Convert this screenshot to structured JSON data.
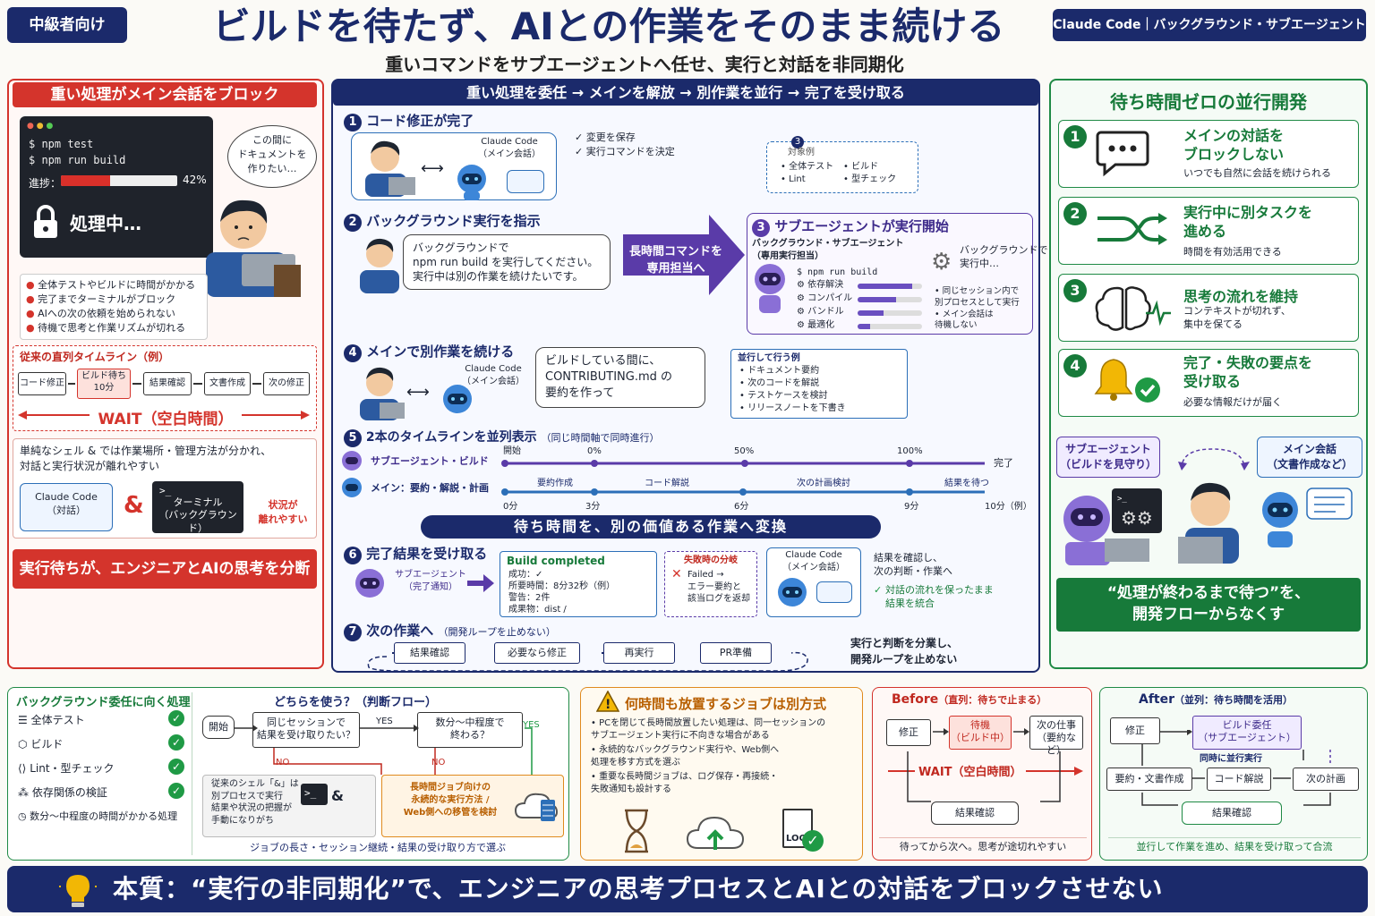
{
  "header": {
    "level": "中級者向け",
    "title": "ビルドを待たず、AIとの作業をそのまま続ける",
    "subtitle": "重いコマンドをサブエージェントへ任せ、実行と対話を非同期化",
    "tag": "Claude Code｜バックグラウンド・サブエージェント"
  },
  "left": {
    "title": "重い処理がメイン会話をブロック",
    "terminal": {
      "line1": "$  npm test",
      "line2": "$  npm run build",
      "progress_label": "進捗：",
      "progress_value": "42%",
      "progress": 0.42,
      "status": "処理中…"
    },
    "thought": "この間に\nドキュメントを\n作りたい…",
    "bullets": [
      "全体テストやビルドに時間がかかる",
      "完了までターミナルがブロック",
      "AIへの次の依頼を始められない",
      "待機で思考と作業リズムが切れる"
    ],
    "timeline_title": "従来の直列タイムライン（例）",
    "timeline": [
      "コード修正",
      "ビルド待ち\n10分",
      "結果確認",
      "文書作成",
      "次の修正"
    ],
    "wait": "WAIT（空白時間）",
    "sep_text": "単純なシェル & では作業場所・管理方法が分かれ、\n対話と実行状況が離れやすい",
    "claude_box": "Claude Code\n（対話）",
    "amp": "&",
    "term_box": "ターミナル\n（バックグラウンド）",
    "term_prompt": ">_",
    "apart": "状況が\n離れやすい",
    "bottom": "実行待ちが、エンジニアとAIの思考を分断"
  },
  "center": {
    "flow": "重い処理を委任 → メインを解放 → 別作業を並行 → 完了を受け取る",
    "s1": {
      "num": "1",
      "title": "コード修正が完了",
      "agent": "Claude Code\n（メイン会話）",
      "checks": [
        "変更を保存",
        "実行コマンドを決定"
      ],
      "targets_title": "対象例",
      "targets": [
        "全体テスト",
        "ビルド",
        "Lint",
        "型チェック"
      ],
      "targets_num": "3"
    },
    "s2": {
      "num": "2",
      "title": "バックグラウンド実行を指示",
      "bubble": "バックグラウンドで\nnpm run build を実行してください。\n実行中は別の作業を続けたいです。",
      "arrow": "長時間コマンドを\n専用担当へ"
    },
    "s3": {
      "num": "3",
      "title": "サブエージェントが実行開始",
      "sub": "バックグラウンド・サブエージェント\n（専用実行担当）",
      "cmd": "$  npm run build",
      "tasks": [
        {
          "name": "依存解決",
          "p": 0.85
        },
        {
          "name": "コンパイル",
          "p": 0.6
        },
        {
          "name": "バンドル",
          "p": 0.4
        },
        {
          "name": "最適化",
          "p": 0.2
        }
      ],
      "running": "バックグラウンドで\n実行中…",
      "notes": [
        "同じセッション内で\n別プロセスとして実行",
        "メイン会話は\n待機しない"
      ]
    },
    "s4": {
      "num": "4",
      "title": "メインで別作業を続ける",
      "agent": "Claude Code\n（メイン会話）",
      "bubble": "ビルドしている間に、\nCONTRIBUTING.md の\n要約を作って",
      "par_title": "並行して行う例",
      "par": [
        "ドキュメント要約",
        "次のコードを解説",
        "テストケースを検討",
        "リリースノートを下書き"
      ]
    },
    "s5": {
      "num": "5",
      "title": "2本のタイムラインを並列表示",
      "note": "（同じ時間軸で同時進行）",
      "sub_label": "サブエージェント・ビルド",
      "main_label": "メイン：要約・解説・計画",
      "marks": [
        "開始",
        "0%",
        "50%",
        "100%"
      ],
      "done": "完了",
      "segs": [
        "要約作成",
        "コード解説",
        "次の計画検討",
        "結果を待つ"
      ],
      "ticks": [
        "0分",
        "3分",
        "6分",
        "9分",
        "10分（例）"
      ],
      "banner": "待ち時間を、別の価値ある作業へ変換"
    },
    "s6": {
      "num": "6",
      "title": "完了結果を受け取る",
      "agent": "サブエージェント\n（完了通知）",
      "build_title": "Build completed",
      "build_lines": [
        "成功：✓",
        "所要時間：8分32秒（例）",
        "警告：2件",
        "成果物：dist /"
      ],
      "fail_title": "失敗時の分岐",
      "fail_lines": [
        "Failed →",
        "エラー要約と",
        "該当ログを返却"
      ],
      "main_agent": "Claude Code\n（メイン会話）",
      "result": "結果を確認し、\n次の判断・作業へ",
      "merge": "対話の流れを保ったまま\n結果を統合"
    },
    "s7": {
      "num": "7",
      "title": "次の作業へ",
      "note": "（開発ループを止めない）",
      "steps": [
        "結果確認",
        "必要なら修正",
        "再実行",
        "PR準備"
      ],
      "summary": "実行と判断を分業し、\n開発ループを止めない"
    }
  },
  "right": {
    "title": "待ち時間ゼロの並行開発",
    "items": [
      {
        "num": "1",
        "title": "メインの対話を\nブロックしない",
        "desc": "いつでも自然に会話を続けられる"
      },
      {
        "num": "2",
        "title": "実行中に別タスクを\n進める",
        "desc": "時間を有効活用できる"
      },
      {
        "num": "3",
        "title": "思考の流れを維持",
        "desc": "コンテキストが切れず、\n集中を保てる"
      },
      {
        "num": "4",
        "title": "完了・失敗の要点を\n受け取る",
        "desc": "必要な情報だけが届く"
      }
    ],
    "sub_label": "サブエージェント\n（ビルドを見守り）",
    "main_label": "メイン会話\n（文書作成など）",
    "bottom": "“処理が終わるまで待つ”を、\n開発フローからなくす"
  },
  "bottom": {
    "suit_title": "バックグラウンド委任に向く処理",
    "suit": [
      "全体テスト",
      "ビルド",
      "Lint・型チェック",
      "依存関係の検証",
      "数分〜中程度の時間がかかる処理"
    ],
    "flow_title": "どちらを使う？（判断フロー）",
    "start": "開始",
    "q1": "同じセッションで\n結果を受け取りたい？",
    "yes": "YES",
    "no": "NO",
    "q2": "数分〜中程度で\n終わる？",
    "shell_note": "従来のシェル「&」は\n別プロセスで実行\n結果や状況の把握が\n手動になりがち",
    "shell_prompt": ">_",
    "shell_amp": "&",
    "long_note": "長時間ジョブ向けの\n永続的な実行方法 /\nWeb側への移管を検討",
    "flow_foot": "ジョブの長さ・セッション継続・結果の受け取り方で選ぶ",
    "warn_title": "何時間も放置するジョブは別方式",
    "warn": [
      "PCを閉じて長時間放置したい処理は、同一セッションの\nサブエージェント実行に不向きな場合がある",
      "永続的なバックグラウンド実行や、Web側へ\n処理を移す方式を選ぶ",
      "重要な長時間ジョブは、ログ保存・再接続・\n失敗通知も設計する"
    ],
    "log": "LOG",
    "before_title": "Before",
    "before_note": "（直列：待ちで止まる）",
    "before": [
      "修正",
      "待機\n（ビルド中）",
      "次の仕事\n（要約など）",
      "結果確認"
    ],
    "before_wait": "WAIT（空白時間）",
    "before_foot": "待ってから次へ。思考が途切れやすい",
    "after_title": "After",
    "after_note": "（並列：待ち時間を活用）",
    "after": [
      "修正",
      "ビルド委任\n（サブエージェント）",
      "要約・文書作成",
      "コード解説",
      "次の計画",
      "結果確認"
    ],
    "after_par": "同時に並行実行",
    "after_foot": "並行して作業を進め、結果を受け取って合流",
    "essence": "本質：“実行の非同期化”で、エンジニアの思考プロセスとAIとの対話をブロックさせない"
  }
}
